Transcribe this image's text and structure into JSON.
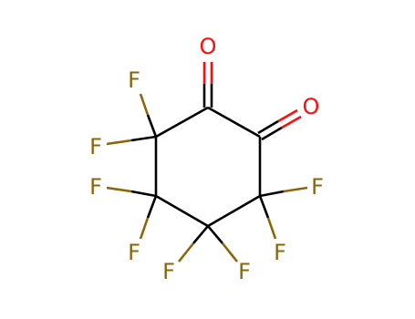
{
  "molecule": {
    "colors": {
      "bond": "#000000",
      "oxygen": "#ff0d0d",
      "fluorine": "#8b6508",
      "background": "#ffffff"
    },
    "atoms": {
      "o1": "O",
      "o2": "O",
      "f1": "F",
      "f2": "F",
      "f3": "F",
      "f4": "F",
      "f5": "F",
      "f6": "F",
      "f7": "F",
      "f8": "F"
    }
  }
}
